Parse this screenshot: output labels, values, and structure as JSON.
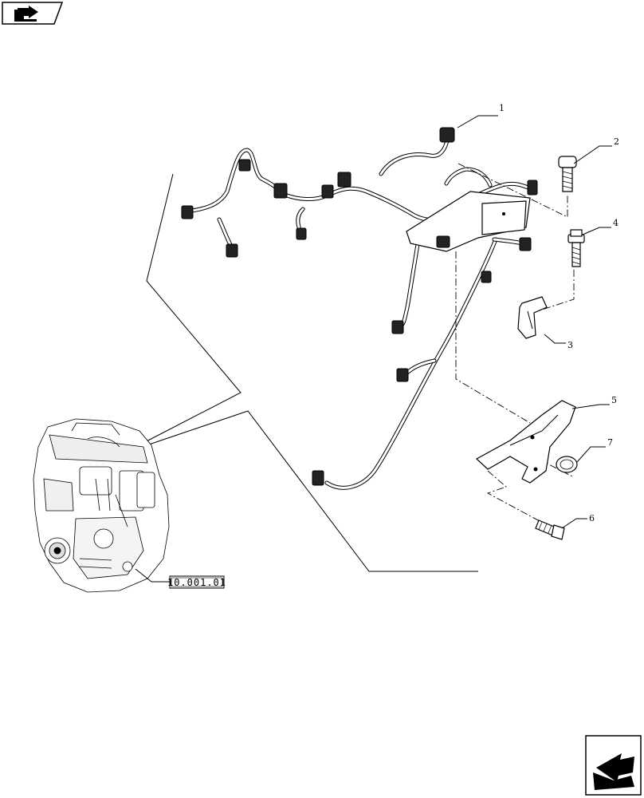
{
  "callouts": [
    "1",
    "2",
    "3",
    "4",
    "5",
    "6",
    "7"
  ],
  "reference_box": "10.001.01",
  "icons": {
    "top_left": "book-arrow-icon",
    "bottom_right": "next-page-arrow-icon"
  }
}
